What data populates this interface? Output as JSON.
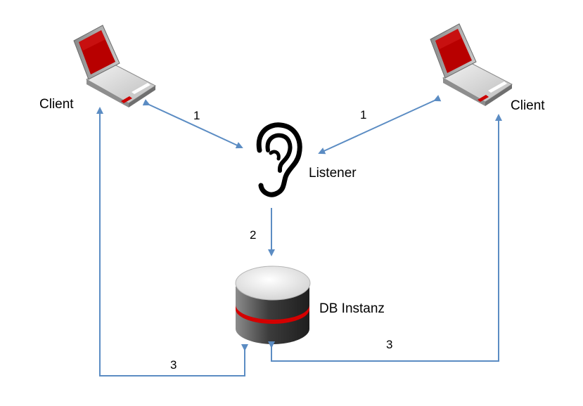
{
  "diagram": {
    "nodes": {
      "client_left": {
        "label": "Client"
      },
      "client_right": {
        "label": "Client"
      },
      "listener": {
        "label": "Listener"
      },
      "database": {
        "label": "DB Instanz"
      }
    },
    "edge_labels": {
      "client_left_listener": "1",
      "client_right_listener": "1",
      "listener_database": "2",
      "database_client_left": "3",
      "database_client_right": "3"
    },
    "icons": {
      "client_left": "laptop-icon",
      "client_right": "laptop-icon",
      "listener": "ear-icon",
      "database": "database-icon"
    },
    "colors": {
      "arrow": "#5b8cc3",
      "laptop_screen": "#b80000",
      "laptop_body": "#9a9a9a",
      "db_top": "#e6e6e6",
      "db_body": "#4a4a4a",
      "db_stripe": "#d40000"
    }
  }
}
